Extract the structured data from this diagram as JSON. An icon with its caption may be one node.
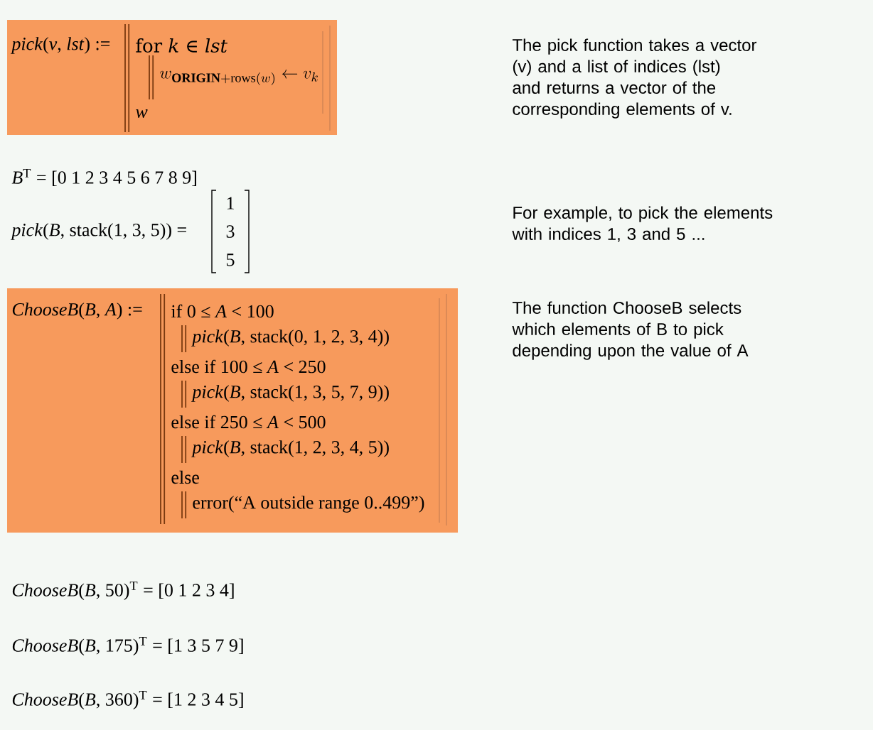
{
  "diagram": {
    "nodes": [
      {
        "text": [
          "*pick*(*v*, *lst*) :=",
          "for *k* ∈ *lst*",
          "w_{\\mathbf{ORIGIN}+\\mathrm{rows}(w)} \\leftarrow v_{k}",
          "*w*"
        ]
      },
      {
        "text": [
          "*ChooseB*(*B*, *A*) :=",
          "if 0 ≤ *A* < 100",
          "*pick*(*B*, stack(0, 1, 2, 3, 4))",
          "else if 100 ≤ *A* < 250",
          "*pick*(*B*, stack(1, 3, 5, 7, 9))",
          "else if 250 ≤ *A* < 500",
          "*pick*(*B*, stack(1, 2, 3, 4, 5))",
          "else",
          "error(“A outside range 0..499”)"
        ]
      }
    ],
    "labels": [
      "The pick function takes a vector (v) and a list of indices (lst) and returns a vector of the corresponding elements of v.",
      "*B*$^{T}$ = [0  1  2  3  4  5  6  7  8  9]",
      "For example, to pick the elements with indices 1, 3 and 5 ...",
      "*pick*(*B*, stack(1, 3, 5)) =",
      "1",
      "3",
      "5",
      "The function ChooseB selects which elements of B to pick depending upon the value of A",
      "*ChooseB*(*B*, 50)$^{T}$ = [0  1  2  3  4]",
      "*ChooseB*(*B*, 175)$^{T}$ = [1  3  5  7  9]",
      "*ChooseB*(*B*, 360)$^{T}$ = [1  2  3  4  5]"
    ]
  }
}
